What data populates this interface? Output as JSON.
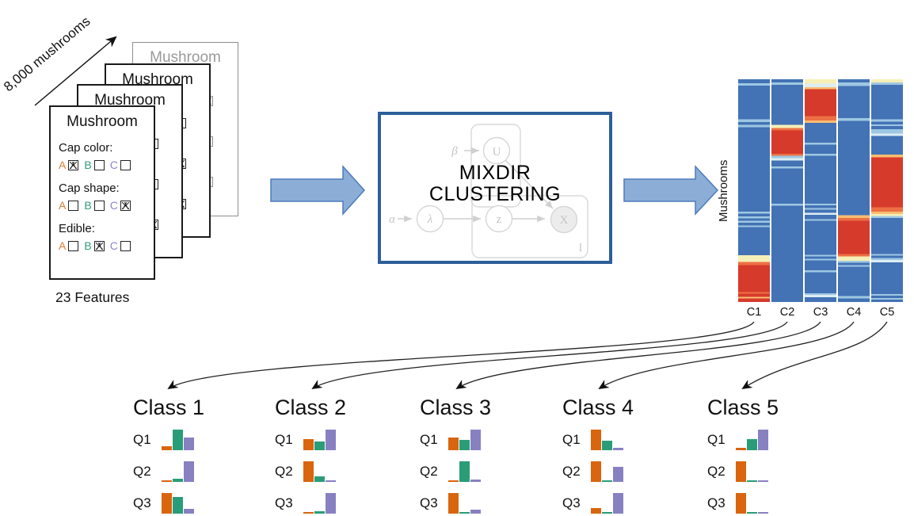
{
  "palette": {
    "bar_colors": [
      "#d9650f",
      "#2a9d78",
      "#8781c1"
    ],
    "option_colors": [
      "#dd7b35",
      "#2f9e78",
      "#8d86c8"
    ],
    "block_arrow_fill": "#8badd6",
    "block_arrow_stroke": "#4d7cbd",
    "model_box_border": "#2d5f99",
    "curve_arrow_color": "#222222"
  },
  "mushroom_stack": {
    "rotated_label": "8,000 mushrooms",
    "features_label": "23 Features",
    "card_title": "Mushroom",
    "questions": [
      {
        "label": "Cap color:",
        "options": [
          "A",
          "B",
          "C"
        ]
      },
      {
        "label": "Cap shape:",
        "options": [
          "A",
          "B",
          "C"
        ]
      },
      {
        "label": "Edible:",
        "options": [
          "A",
          "B",
          "C"
        ]
      }
    ],
    "cards": [
      {
        "style": "gray",
        "checked": [
          [
            0,
            0,
            1
          ],
          [
            0,
            0,
            0
          ],
          [
            0,
            0,
            0
          ]
        ]
      },
      {
        "style": "black",
        "checked": [
          [
            0,
            0,
            0
          ],
          [
            0,
            0,
            1
          ],
          [
            0,
            0,
            1
          ]
        ]
      },
      {
        "style": "black",
        "checked": [
          [
            0,
            0,
            0
          ],
          [
            0,
            0,
            0
          ],
          [
            0,
            0,
            1
          ]
        ]
      },
      {
        "style": "front",
        "checked": [
          [
            1,
            0,
            0
          ],
          [
            0,
            0,
            1
          ],
          [
            0,
            1,
            0
          ]
        ]
      }
    ]
  },
  "model_box": {
    "title_line1": "MIXDIR",
    "title_line2": "CLUSTERING",
    "labels": {
      "beta": "β",
      "U": "U",
      "alpha": "α",
      "lambda": "λ",
      "z": "z",
      "X": "X",
      "plate": "I"
    }
  },
  "heatmap": {
    "ylabel": "Mushrooms",
    "colors": {
      "b": "#4372b5",
      "lb": "#9ec8e2",
      "pb": "#dcedf3",
      "y": "#f5f0b7",
      "lo": "#f9bd72",
      "o": "#ec7044",
      "r": "#d63a2b"
    },
    "columns": [
      {
        "label": "C1",
        "stops": [
          [
            0,
            1.8,
            "b"
          ],
          [
            1.8,
            2.8,
            "lb"
          ],
          [
            2.8,
            18,
            "b"
          ],
          [
            18,
            19.2,
            "lb"
          ],
          [
            19.2,
            20.5,
            "b"
          ],
          [
            20.5,
            21.5,
            "lb"
          ],
          [
            21.5,
            59.5,
            "b"
          ],
          [
            59.5,
            60.4,
            "lb"
          ],
          [
            60.4,
            61.6,
            "b"
          ],
          [
            61.6,
            62.4,
            "lb"
          ],
          [
            62.4,
            63.6,
            "b"
          ],
          [
            63.6,
            64.4,
            "lb"
          ],
          [
            64.4,
            65.6,
            "b"
          ],
          [
            65.6,
            66.4,
            "lb"
          ],
          [
            66.4,
            79,
            "b"
          ],
          [
            79,
            82,
            "y"
          ],
          [
            82,
            83.5,
            "o"
          ],
          [
            83.5,
            95.5,
            "r"
          ],
          [
            95.5,
            96.3,
            "o"
          ],
          [
            96.3,
            97.6,
            "r"
          ],
          [
            97.6,
            98.4,
            "lo"
          ],
          [
            98.4,
            100,
            "r"
          ]
        ]
      },
      {
        "label": "C2",
        "stops": [
          [
            0,
            1.5,
            "b"
          ],
          [
            1.5,
            2.5,
            "lb"
          ],
          [
            2.5,
            20.5,
            "b"
          ],
          [
            20.5,
            21.8,
            "y"
          ],
          [
            21.8,
            23,
            "o"
          ],
          [
            23,
            33.5,
            "r"
          ],
          [
            33.5,
            34.4,
            "o"
          ],
          [
            34.4,
            35.4,
            "lb"
          ],
          [
            35.4,
            36.4,
            "pb"
          ],
          [
            36.4,
            39.2,
            "b"
          ],
          [
            39.2,
            40,
            "lb"
          ],
          [
            40,
            55.8,
            "b"
          ],
          [
            55.8,
            56.8,
            "lb"
          ],
          [
            56.8,
            100,
            "b"
          ]
        ]
      },
      {
        "label": "C3",
        "stops": [
          [
            0,
            2,
            "y"
          ],
          [
            2,
            3.5,
            "pb"
          ],
          [
            3.5,
            4.5,
            "lo"
          ],
          [
            4.5,
            16.5,
            "r"
          ],
          [
            16.5,
            18.5,
            "o"
          ],
          [
            18.5,
            19.5,
            "lo"
          ],
          [
            19.5,
            28.5,
            "b"
          ],
          [
            28.5,
            29.4,
            "lb"
          ],
          [
            29.4,
            33.5,
            "b"
          ],
          [
            33.5,
            34.4,
            "lb"
          ],
          [
            34.4,
            55.8,
            "b"
          ],
          [
            55.8,
            56.6,
            "lb"
          ],
          [
            56.6,
            57.8,
            "b"
          ],
          [
            57.8,
            58.6,
            "lb"
          ],
          [
            58.6,
            60,
            "b"
          ],
          [
            60,
            60.8,
            "pb"
          ],
          [
            60.8,
            62.8,
            "b"
          ],
          [
            62.8,
            63.6,
            "lb"
          ],
          [
            63.6,
            78.8,
            "b"
          ],
          [
            78.8,
            79.6,
            "lb"
          ],
          [
            79.6,
            80.6,
            "b"
          ],
          [
            80.6,
            81.4,
            "lb"
          ],
          [
            81.4,
            85.8,
            "b"
          ],
          [
            85.8,
            86.6,
            "lb"
          ],
          [
            86.6,
            96,
            "b"
          ],
          [
            96,
            96.8,
            "lb"
          ],
          [
            96.8,
            97.8,
            "pb"
          ],
          [
            97.8,
            100,
            "b"
          ]
        ]
      },
      {
        "label": "C4",
        "stops": [
          [
            0,
            1.5,
            "b"
          ],
          [
            1.5,
            3,
            "lb"
          ],
          [
            3,
            17.5,
            "b"
          ],
          [
            17.5,
            18.7,
            "lb"
          ],
          [
            18.7,
            61,
            "b"
          ],
          [
            61,
            62.2,
            "lo"
          ],
          [
            62.2,
            63.5,
            "o"
          ],
          [
            63.5,
            78.5,
            "r"
          ],
          [
            78.5,
            79.5,
            "o"
          ],
          [
            79.5,
            81.5,
            "y"
          ],
          [
            81.5,
            82.4,
            "lb"
          ],
          [
            82.4,
            83.4,
            "b"
          ],
          [
            83.4,
            84.2,
            "lb"
          ],
          [
            84.2,
            97.4,
            "b"
          ],
          [
            97.4,
            98.4,
            "lb"
          ],
          [
            98.4,
            100,
            "b"
          ]
        ]
      },
      {
        "label": "C5",
        "stops": [
          [
            0,
            1.5,
            "y"
          ],
          [
            1.5,
            2.5,
            "lb"
          ],
          [
            2.5,
            18,
            "b"
          ],
          [
            18,
            19,
            "lb"
          ],
          [
            19,
            20.2,
            "b"
          ],
          [
            20.2,
            21,
            "lb"
          ],
          [
            21,
            22.5,
            "b"
          ],
          [
            22.5,
            24.4,
            "lb"
          ],
          [
            24.4,
            25.4,
            "pb"
          ],
          [
            25.4,
            33.8,
            "b"
          ],
          [
            33.8,
            35,
            "lo"
          ],
          [
            35,
            57.5,
            "r"
          ],
          [
            57.5,
            59.5,
            "o"
          ],
          [
            59.5,
            60.5,
            "lo"
          ],
          [
            60.5,
            61.3,
            "y"
          ],
          [
            61.3,
            62.3,
            "lb"
          ],
          [
            62.3,
            78.4,
            "b"
          ],
          [
            78.4,
            79.2,
            "lb"
          ],
          [
            79.2,
            80.2,
            "b"
          ],
          [
            80.2,
            81.2,
            "lb"
          ],
          [
            81.2,
            82.2,
            "pb"
          ],
          [
            82.2,
            96.4,
            "b"
          ],
          [
            96.4,
            97.2,
            "lb"
          ],
          [
            97.2,
            98.2,
            "b"
          ],
          [
            98.2,
            99,
            "lb"
          ],
          [
            99,
            100,
            "b"
          ]
        ]
      }
    ]
  },
  "classes": [
    {
      "title": "Class 1",
      "rows": [
        {
          "label": "Q1",
          "values": [
            0.18,
            1.0,
            0.62
          ]
        },
        {
          "label": "Q2",
          "values": [
            0.07,
            0.17,
            1.0
          ]
        },
        {
          "label": "Q3",
          "values": [
            1.0,
            0.8,
            0.22
          ]
        }
      ]
    },
    {
      "title": "Class 2",
      "rows": [
        {
          "label": "Q1",
          "values": [
            0.55,
            0.42,
            1.0
          ]
        },
        {
          "label": "Q2",
          "values": [
            1.0,
            0.27,
            0.06
          ]
        },
        {
          "label": "Q3",
          "values": [
            0.05,
            0.12,
            1.0
          ]
        }
      ]
    },
    {
      "title": "Class 3",
      "rows": [
        {
          "label": "Q1",
          "values": [
            0.6,
            0.5,
            1.0
          ]
        },
        {
          "label": "Q2",
          "values": [
            0.05,
            1.0,
            0.12
          ]
        },
        {
          "label": "Q3",
          "values": [
            1.0,
            0.05,
            0.18
          ]
        }
      ]
    },
    {
      "title": "Class 4",
      "rows": [
        {
          "label": "Q1",
          "values": [
            1.0,
            0.45,
            0.13
          ]
        },
        {
          "label": "Q2",
          "values": [
            1.0,
            0.05,
            0.72
          ]
        },
        {
          "label": "Q3",
          "values": [
            0.25,
            0.04,
            1.0
          ]
        }
      ]
    },
    {
      "title": "Class 5",
      "rows": [
        {
          "label": "Q1",
          "values": [
            0.12,
            0.55,
            1.0
          ]
        },
        {
          "label": "Q2",
          "values": [
            1.0,
            0.06,
            0.06
          ]
        },
        {
          "label": "Q3",
          "values": [
            1.0,
            0.06,
            0.09
          ]
        }
      ]
    }
  ]
}
